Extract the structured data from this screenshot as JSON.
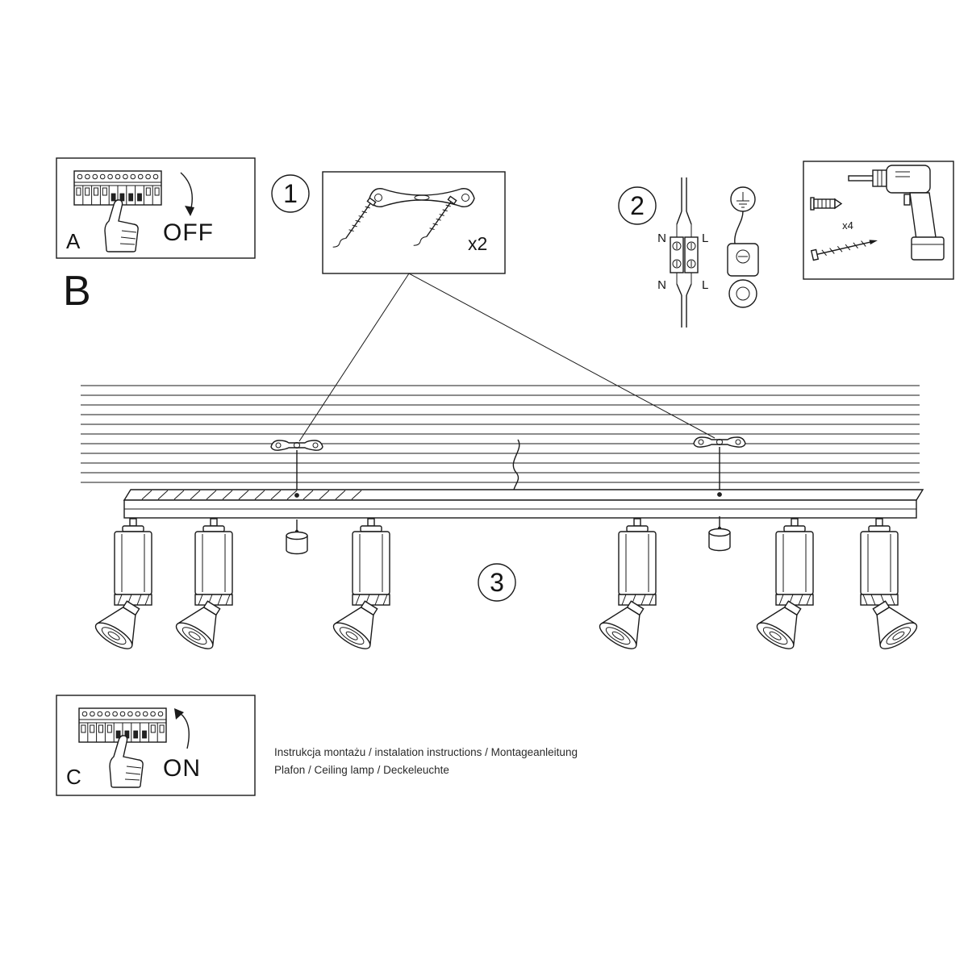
{
  "document": {
    "instructions_line": "Instrukcja montażu / instalation instructions / Montageanleitung",
    "product_line": "Plafon / Ceiling lamp / Deckeleuchte"
  },
  "labels": {
    "panel_off": "A",
    "panel_off_action": "OFF",
    "section": "B",
    "panel_on": "C",
    "panel_on_action": "ON"
  },
  "steps": {
    "one": {
      "number": "1",
      "qty": "x2"
    },
    "two": {
      "number": "2",
      "n_top": "N",
      "l_top": "L",
      "n_bottom": "N",
      "l_bottom": "L"
    },
    "three": {
      "number": "3"
    },
    "tools": {
      "qty": "x4"
    }
  },
  "colors": {
    "ink": "#1a1a1a",
    "background": "#ffffff"
  }
}
